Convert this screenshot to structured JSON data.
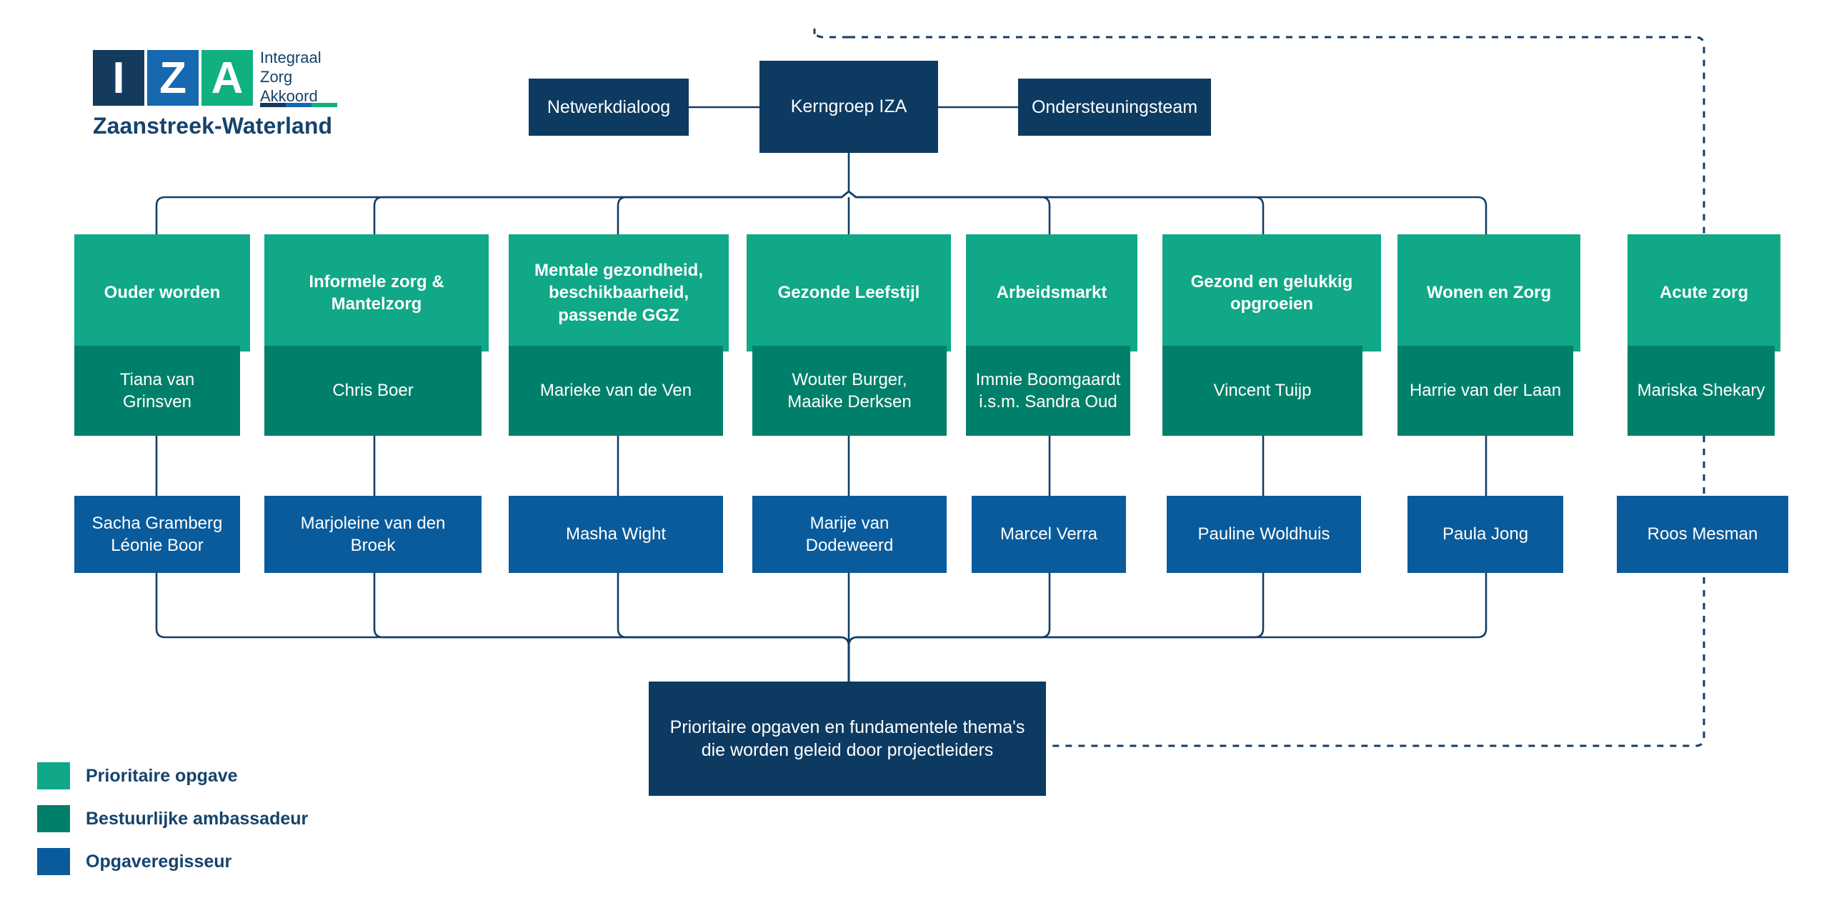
{
  "logo": {
    "letters": [
      "I",
      "Z",
      "A"
    ],
    "words": "Integraal\nZorg\nAkkoord",
    "word_lines": [
      "Integraal",
      "Zorg",
      "Akkoord"
    ],
    "subtitle": "Zaanstreek-Waterland",
    "colors": {
      "navy": "#143A5E",
      "blue": "#1668B0",
      "green": "#10B07F",
      "text": "#16436B"
    }
  },
  "top": {
    "left_label": "Netwerkdialoog",
    "center_label": "Kerngroep IZA",
    "right_label": "Ondersteuningsteam"
  },
  "columns": [
    {
      "theme": "Ouder worden",
      "ambassador": "Tiana van\nGrinsven",
      "ambassador_lines": [
        "Tiana van",
        "Grinsven"
      ],
      "regisseur": "Sacha Gramberg\nLéonie Boor",
      "regisseur_lines": [
        "Sacha Gramberg",
        "Léonie Boor"
      ],
      "theme_lines": [
        "Ouder worden"
      ]
    },
    {
      "theme": "Informele zorg &\nMantelzorg",
      "ambassador": "Chris Boer",
      "ambassador_lines": [
        "Chris Boer"
      ],
      "regisseur": "Marjoleine van den\nBroek",
      "regisseur_lines": [
        "Marjoleine van den",
        "Broek"
      ],
      "theme_lines": [
        "Informele zorg &",
        "Mantelzorg"
      ]
    },
    {
      "theme": "Mentale gezondheid,\nbeschikbaarheid,\npassende GGZ",
      "ambassador": "Marieke van de Ven",
      "ambassador_lines": [
        "Marieke van de Ven"
      ],
      "regisseur": "Masha Wight",
      "regisseur_lines": [
        "Masha Wight"
      ],
      "theme_lines": [
        "Mentale gezondheid,",
        "beschikbaarheid,",
        "passende GGZ"
      ]
    },
    {
      "theme": "Gezonde Leefstijl",
      "ambassador": "Wouter Burger,\nMaaike Derksen",
      "ambassador_lines": [
        "Wouter Burger,",
        "Maaike Derksen"
      ],
      "regisseur": "Marije van\nDodeweerd",
      "regisseur_lines": [
        "Marije van",
        "Dodeweerd"
      ],
      "theme_lines": [
        "Gezonde Leefstijl"
      ]
    },
    {
      "theme": "Arbeidsmarkt",
      "ambassador": "Immie Boomgaardt\ni.s.m. Sandra Oud",
      "ambassador_lines": [
        "Immie Boomgaardt",
        "i.s.m. Sandra Oud"
      ],
      "regisseur": "Marcel Verra",
      "regisseur_lines": [
        "Marcel Verra"
      ],
      "theme_lines": [
        "Arbeidsmarkt"
      ]
    },
    {
      "theme": "Gezond en gelukkig\nopgroeien",
      "ambassador": "Vincent Tuijp",
      "ambassador_lines": [
        "Vincent Tuijp"
      ],
      "regisseur": "Pauline Woldhuis",
      "regisseur_lines": [
        "Pauline Woldhuis"
      ],
      "theme_lines": [
        "Gezond en gelukkig",
        "opgroeien"
      ]
    },
    {
      "theme": "Wonen en Zorg",
      "ambassador": "Harrie van der Laan",
      "ambassador_lines": [
        "Harrie van der Laan"
      ],
      "regisseur": "Paula Jong",
      "regisseur_lines": [
        "Paula Jong"
      ],
      "theme_lines": [
        "Wonen en Zorg"
      ]
    },
    {
      "theme": "Acute zorg",
      "ambassador": "Mariska Shekary",
      "ambassador_lines": [
        "Mariska Shekary"
      ],
      "regisseur": "Roos Mesman",
      "regisseur_lines": [
        "Roos Mesman"
      ],
      "theme_lines": [
        "Acute zorg"
      ]
    }
  ],
  "bottom": {
    "label": "Prioritaire opgaven en fundamentele thema's\ndie worden geleid door projectleiders",
    "lines": [
      "Prioritaire opgaven en fundamentele thema's",
      "die worden geleid door projectleiders"
    ]
  },
  "legend": [
    {
      "label": "Prioritaire opgave",
      "color": "#10A887"
    },
    {
      "label": "Bestuurlijke ambassadeur",
      "color": "#00806A"
    },
    {
      "label": "Opgaveregisseur",
      "color": "#0A5B9B"
    }
  ],
  "colors": {
    "light_green": "#10A887",
    "dark_green": "#00806A",
    "blue": "#0A5B9B",
    "navy": "#0D3A61",
    "connector": "#123E66"
  }
}
